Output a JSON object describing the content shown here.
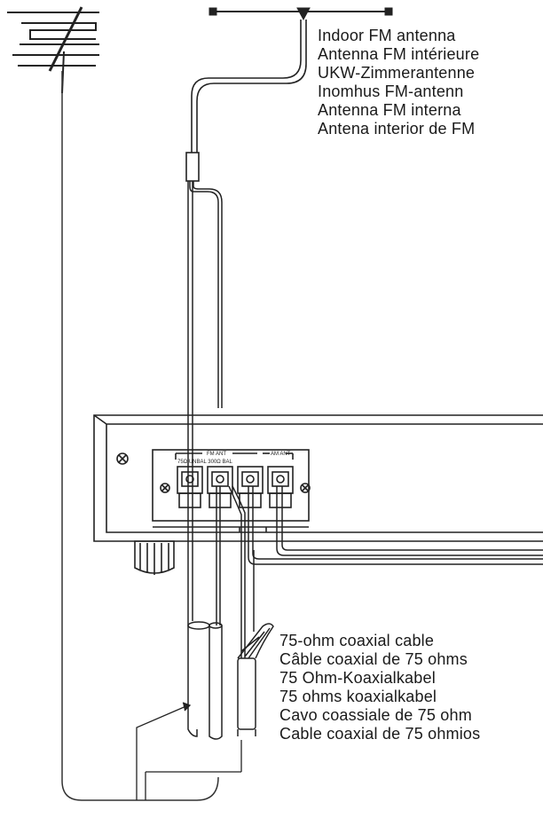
{
  "indoor_antenna_labels": [
    "Indoor FM antenna",
    "Antenna FM intérieure",
    "UKW-Zimmerantenne",
    "Inomhus FM-antenn",
    "Antenna FM interna",
    "Antena interior de FM"
  ],
  "coax_cable_labels": [
    "75-ohm coaxial cable",
    "Câble coaxial de 75 ohms",
    "75 Ohm-Koaxialkabel",
    "75 ohms koaxialkabel",
    "Cavo coassiale de 75 ohm",
    "Cable coaxial de 75 ohmios"
  ],
  "panel": {
    "fm_ant": "FM ANT",
    "am_ant": "AM ANT",
    "fm_sub": "75Ω UNBAL 300Ω BAL"
  }
}
